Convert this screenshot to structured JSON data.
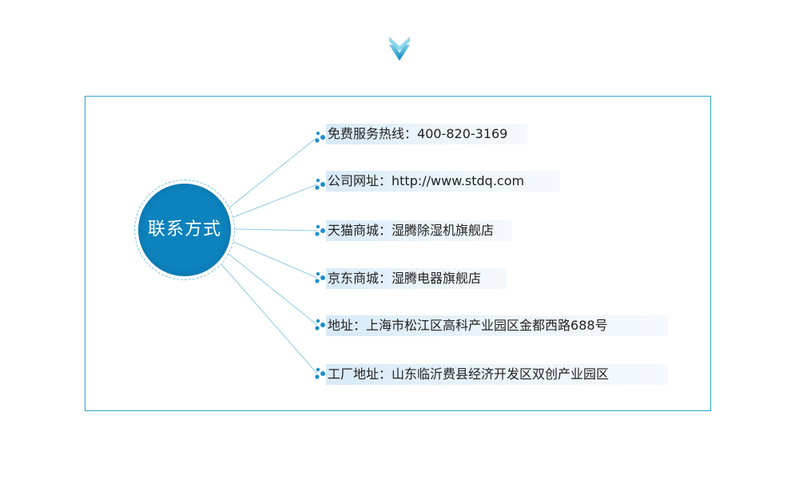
{
  "diagram": {
    "hub_label": "联系方式",
    "colors": {
      "accent": "#0d82bd",
      "frame_border": "#2aa4cf",
      "line": "#8ec9e8",
      "label_bg": "#dcecf8"
    },
    "items": [
      {
        "label": "免费服务热线：",
        "value": "400-820-3169"
      },
      {
        "label": "公司网址：",
        "value": "http://www.stdq.com"
      },
      {
        "label": "天猫商城：",
        "value": "湿腾除湿机旗舰店"
      },
      {
        "label": "京东商城：",
        "value": "湿腾电器旗舰店"
      },
      {
        "label": "地址：",
        "value": "上海市松江区高科产业园区金都西路688号"
      },
      {
        "label": "工厂地址：",
        "value": "山东临沂费县经济开发区双创产业园区"
      }
    ],
    "icons": {
      "top": "chevron-down-icon",
      "bullet": "dots-cluster-icon"
    }
  }
}
